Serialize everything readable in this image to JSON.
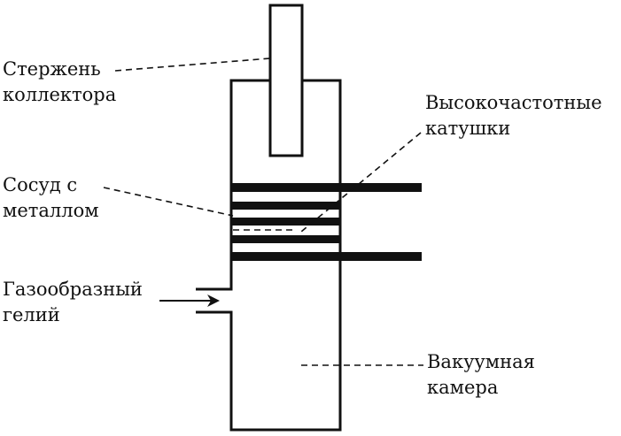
{
  "labels": {
    "collector_rod": [
      "Стержень",
      "коллектора"
    ],
    "hf_coils": [
      "Высокочастотные",
      "катушки"
    ],
    "metal_vessel": [
      "Сосуд с",
      "металлом"
    ],
    "helium_gas": [
      "Газообразный",
      "гелий"
    ],
    "vacuum_chamber": [
      "Вакуумная",
      "камера"
    ]
  },
  "colors": {
    "ink": "#111111",
    "background": "#ffffff"
  }
}
